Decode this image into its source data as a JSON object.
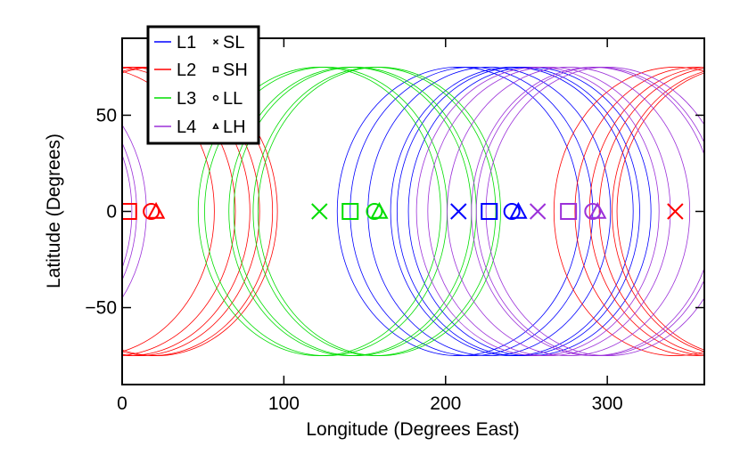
{
  "chart_data": {
    "type": "scatter",
    "xlabel": "Longitude (Degrees East)",
    "ylabel": "Latitude (Degrees)",
    "xlim": [
      0,
      360
    ],
    "ylim": [
      -90,
      90
    ],
    "x_ticks": [
      0,
      100,
      200,
      300
    ],
    "y_ticks": [
      -50,
      0,
      50
    ],
    "legend_position": "top-left",
    "legend_lines": [
      {
        "label": "L1",
        "color": "#0000ff"
      },
      {
        "label": "L2",
        "color": "#ff0000"
      },
      {
        "label": "L3",
        "color": "#00dd00"
      },
      {
        "label": "L4",
        "color": "#9b30d9"
      }
    ],
    "legend_markers": [
      {
        "label": "SL",
        "marker": "x"
      },
      {
        "label": "SH",
        "marker": "square"
      },
      {
        "label": "LL",
        "marker": "circle"
      },
      {
        "label": "LH",
        "marker": "triangle"
      }
    ],
    "series": [
      {
        "name": "L1",
        "color": "#0000ff",
        "points": [
          {
            "marker": "x",
            "x": 208,
            "y": 0
          },
          {
            "marker": "square",
            "x": 227,
            "y": 0
          },
          {
            "marker": "circle",
            "x": 241,
            "y": 0
          },
          {
            "marker": "triangle",
            "x": 245,
            "y": 0
          }
        ],
        "circle_centers": [
          208,
          216,
          227,
          241,
          245,
          252
        ],
        "circle_radius": 75
      },
      {
        "name": "L2",
        "color": "#ff0000",
        "points": [
          {
            "marker": "x",
            "x": 342,
            "y": 0
          },
          {
            "marker": "square",
            "x": 4,
            "y": 0
          },
          {
            "marker": "circle",
            "x": 18,
            "y": 0
          },
          {
            "marker": "triangle",
            "x": 21,
            "y": 0
          }
        ],
        "circle_centers": [
          342,
          355,
          4,
          10,
          18,
          21
        ],
        "circle_radius": 75
      },
      {
        "name": "L3",
        "color": "#00dd00",
        "points": [
          {
            "marker": "x",
            "x": 122,
            "y": 0
          },
          {
            "marker": "square",
            "x": 141,
            "y": 0
          },
          {
            "marker": "circle",
            "x": 156,
            "y": 0
          },
          {
            "marker": "triangle",
            "x": 159,
            "y": 0
          }
        ],
        "circle_centers": [
          122,
          126,
          141,
          144,
          156,
          159
        ],
        "circle_radius": 75
      },
      {
        "name": "L4",
        "color": "#9b30d9",
        "points": [
          {
            "marker": "x",
            "x": 257,
            "y": 0
          },
          {
            "marker": "square",
            "x": 276,
            "y": 0
          },
          {
            "marker": "circle",
            "x": 291,
            "y": 0
          },
          {
            "marker": "triangle",
            "x": 294,
            "y": 0
          }
        ],
        "circle_centers": [
          257,
          264,
          276,
          291,
          294,
          300
        ],
        "circle_radius": 75
      }
    ]
  }
}
